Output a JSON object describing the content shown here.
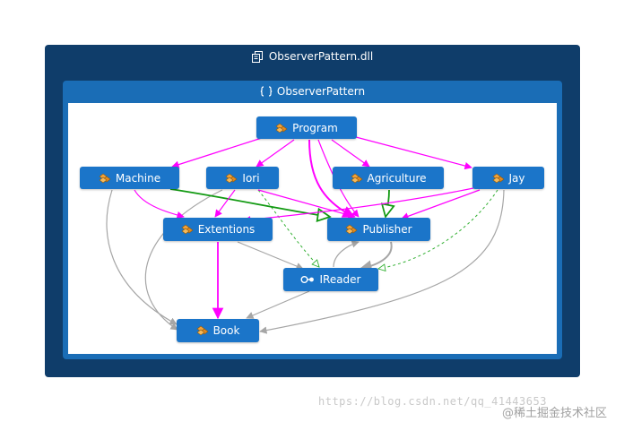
{
  "assembly": {
    "title": "ObserverPattern.dll",
    "icon": "assembly-icon"
  },
  "namespace": {
    "title": "ObserverPattern",
    "icon": "namespace-icon"
  },
  "nodes": {
    "program": {
      "label": "Program",
      "icon": "class-icon"
    },
    "machine": {
      "label": "Machine",
      "icon": "class-icon"
    },
    "iori": {
      "label": "Iori",
      "icon": "class-icon"
    },
    "agriculture": {
      "label": "Agriculture",
      "icon": "class-icon"
    },
    "jay": {
      "label": "Jay",
      "icon": "class-icon"
    },
    "extentions": {
      "label": "Extentions",
      "icon": "class-icon"
    },
    "publisher": {
      "label": "Publisher",
      "icon": "class-icon"
    },
    "ireader": {
      "label": "IReader",
      "icon": "interface-icon"
    },
    "book": {
      "label": "Book",
      "icon": "class-icon"
    }
  },
  "colors": {
    "call_edge": "#ff00ff",
    "inherit_edge": "#129a12",
    "implements_edge": "#33b033",
    "reference_edge": "#a6a6a6",
    "node_fill": "#1b75c9",
    "assembly_fill": "#0f3d6a",
    "namespace_fill": "#1a6db6"
  },
  "watermark": {
    "url": "https://blog.csdn.net/qq_41443653",
    "brand": "@稀土掘金技术社区"
  }
}
